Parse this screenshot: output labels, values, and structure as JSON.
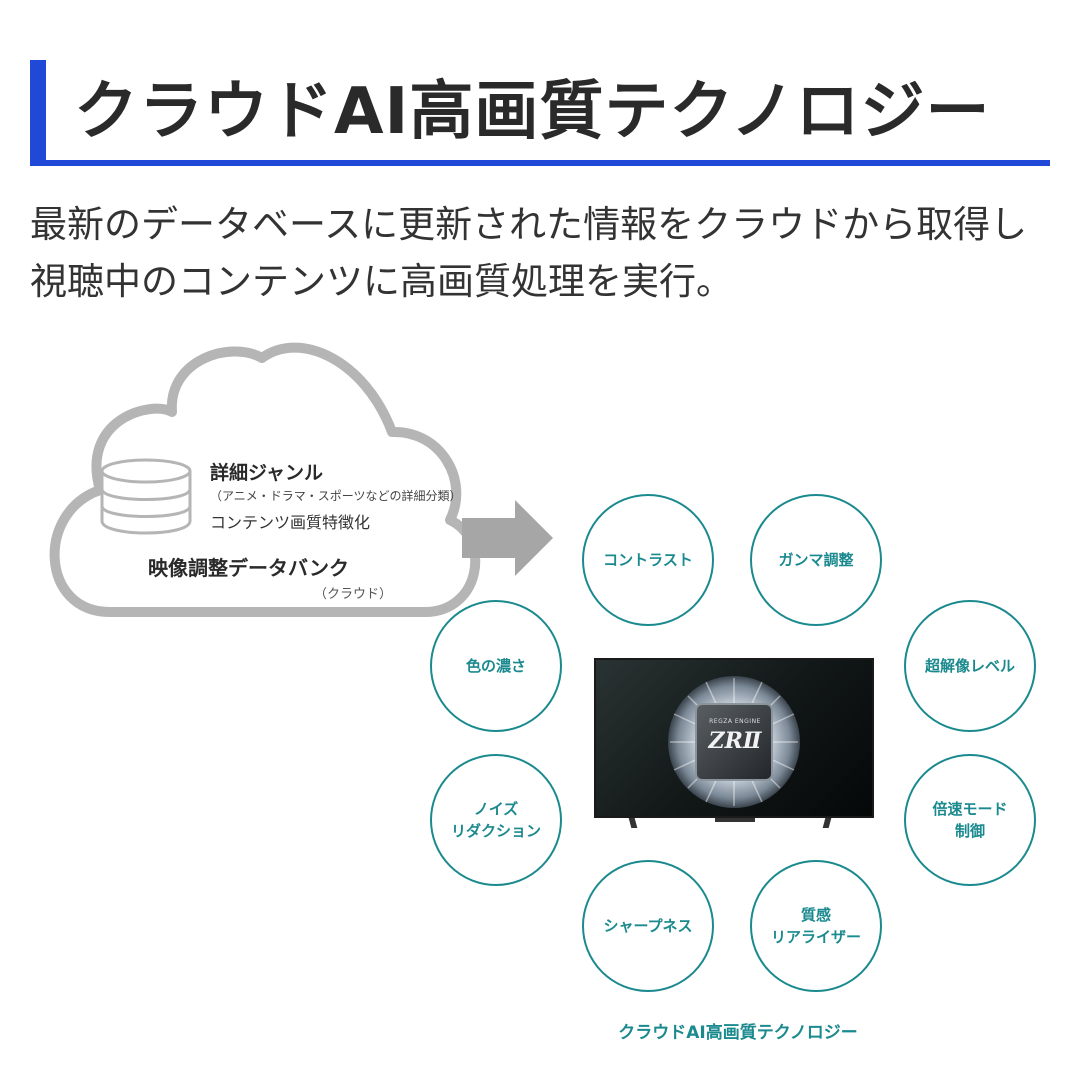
{
  "header": {
    "title": "クラウドAI高画質テクノロジー"
  },
  "description": {
    "line1": "最新のデータベースに更新された情報をクラウドから取得し",
    "line2": "視聴中のコンテンツに高画質処理を実行。"
  },
  "cloud": {
    "genre_title": "詳細ジャンル",
    "genre_examples": "（アニメ・ドラマ・スポーツなどの詳細分類）",
    "content_feature": "コンテンツ画質特徴化",
    "bank_name": "映像調整データバンク",
    "bank_note": "（クラウド）"
  },
  "features": [
    {
      "label": "コントラスト"
    },
    {
      "label": "ガンマ調整"
    },
    {
      "label": "色の濃さ"
    },
    {
      "label": "超解像レベル"
    },
    {
      "label": "ノイズ\nリダクション"
    },
    {
      "label": "倍速モード\n制御"
    },
    {
      "label": "シャープネス"
    },
    {
      "label": "質感\nリアライザー"
    }
  ],
  "engine": {
    "small_text": "REGZA ENGINE",
    "big_text": "ZRⅡ"
  },
  "caption": "クラウドAI高画質テクノロジー",
  "colors": {
    "title_accent": "#1f49d6",
    "feature_teal": "#1b8a8f",
    "cloud_gray": "#b5b5b5",
    "arrow_gray": "#a6a6a6"
  },
  "icons": [
    "database-icon",
    "cloud-icon",
    "arrow-right-icon",
    "engine-chip-icon"
  ]
}
